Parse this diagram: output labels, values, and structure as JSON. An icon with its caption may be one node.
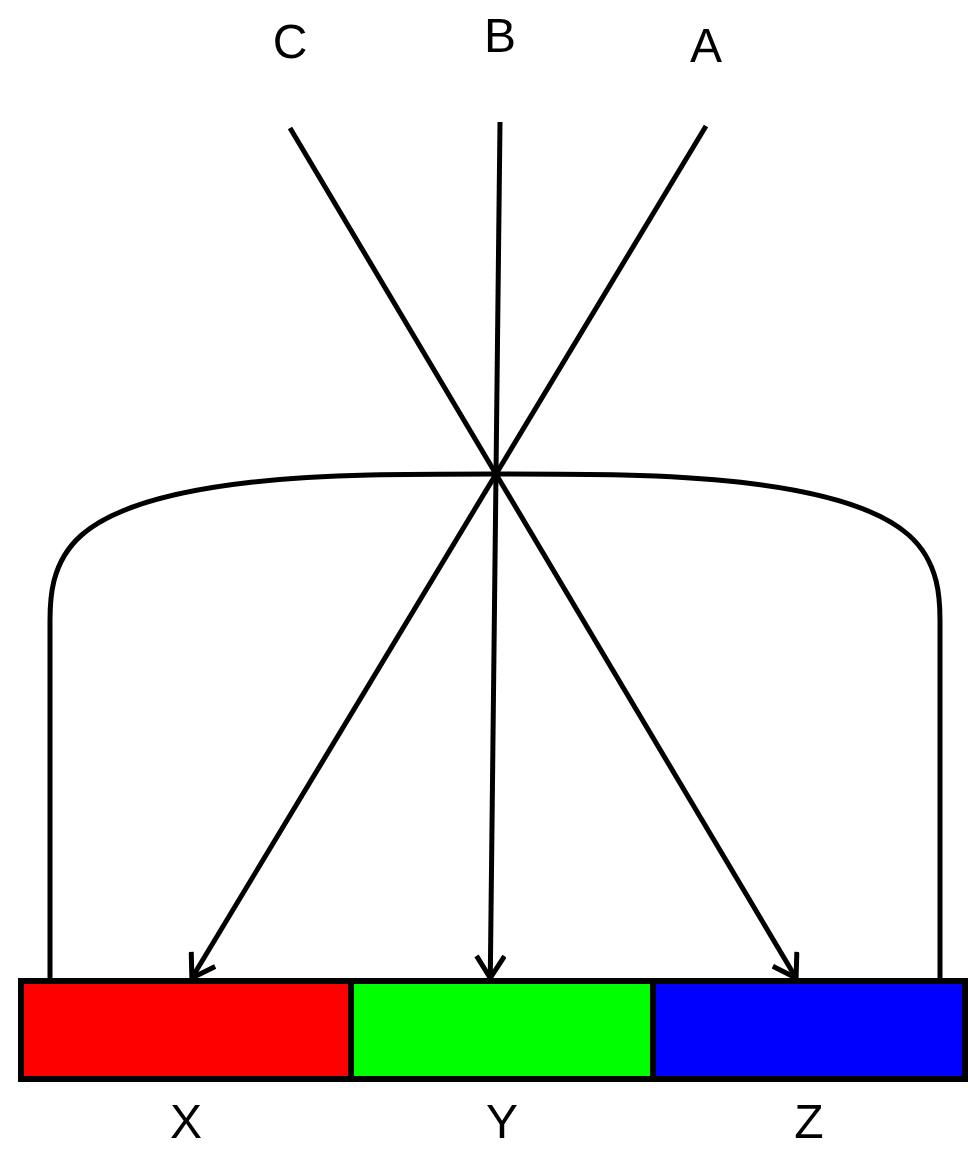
{
  "diagram": {
    "nodes": [
      {
        "text": [
          "C"
        ]
      },
      {
        "text": [
          "B"
        ]
      },
      {
        "text": [
          "A"
        ]
      },
      {
        "text": [
          "X"
        ]
      },
      {
        "text": [
          "Y"
        ]
      },
      {
        "text": [
          "Z"
        ]
      }
    ],
    "edges": [
      {
        "from": 0,
        "to": 5,
        "arrow": "to"
      },
      {
        "from": 1,
        "to": 4,
        "arrow": "to"
      },
      {
        "from": 2,
        "to": 3,
        "arrow": "to"
      },
      {
        "from": 3,
        "to": 5,
        "arrow": "none"
      }
    ]
  }
}
